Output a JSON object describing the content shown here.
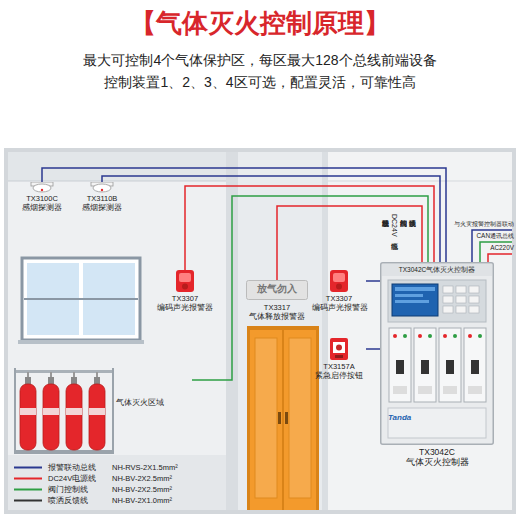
{
  "diagram": {
    "title": "【气体灭火控制原理】",
    "nodes": [
      {
        "text": [
          "TX3100C 感烟探测器"
        ]
      },
      {
        "text": [
          "TX3110B 感烟探测器"
        ]
      },
      {
        "text": [
          "TX3307 编码声光报警器"
        ]
      },
      {
        "text": [
          "放气勿入",
          "TX3317 气体释放报警器"
        ]
      },
      {
        "text": [
          "TX3307 编码声光报警器"
        ]
      },
      {
        "text": [
          "TX3157A 紧急启停按钮"
        ]
      },
      {
        "text": [
          "气体灭火区域"
        ]
      },
      {
        "text": [
          "TX3042C气体灭火控制器",
          "TX3042C 气体灭火控制器"
        ]
      }
    ],
    "edges": [
      {
        "from": 0,
        "to": 7,
        "arrow": "none"
      },
      {
        "from": 1,
        "to": 7,
        "arrow": "none"
      },
      {
        "from": 2,
        "to": 7,
        "arrow": "none"
      },
      {
        "from": 6,
        "to": 7,
        "arrow": "none"
      },
      {
        "from": 3,
        "to": 7,
        "arrow": "none"
      },
      {
        "from": 4,
        "to": 7,
        "arrow": "none"
      },
      {
        "from": 5,
        "to": 7,
        "arrow": "none"
      }
    ],
    "labels": [
      "最大可控制4个气体保护区，每区最大128个总线前端设备",
      "控制装置1、2、3、4区可选，配置灵活，可靠性高",
      "与火灾报警控制器联动",
      "CAN通讯总线",
      "AC220V",
      "报警联动总线",
      "DC24V电源线",
      "阀门控制线",
      "喷洒反馈线",
      "Tanda",
      "NH-RVS-2X1.5mm²",
      "NH-BV-2X2.5mm²",
      "NH-BV-2X2.5mm²",
      "NH-BV-2X1.0mm²"
    ],
    "legend": [
      {
        "text": "报警联动总线"
      },
      {
        "text": "DC24V电源线"
      },
      {
        "text": "阀门控制线"
      },
      {
        "text": "喷洒反馈线"
      }
    ]
  }
}
